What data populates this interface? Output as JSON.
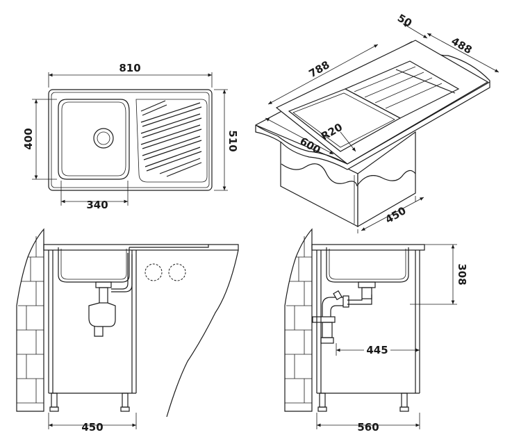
{
  "top_view": {
    "width_label": "810",
    "height_outer_label": "510",
    "height_bowl_label": "400",
    "bowl_width_label": "340"
  },
  "iso_view": {
    "thickness_label": "50",
    "depth_label": "488",
    "length_label": "788",
    "radius_label": "R20",
    "bowl_label": "600",
    "cabinet_label": "450"
  },
  "front_view": {
    "cabinet_label": "450"
  },
  "side_view": {
    "bowl_depth_label": "308",
    "drain_offset_label": "445",
    "cabinet_depth_label": "560"
  }
}
